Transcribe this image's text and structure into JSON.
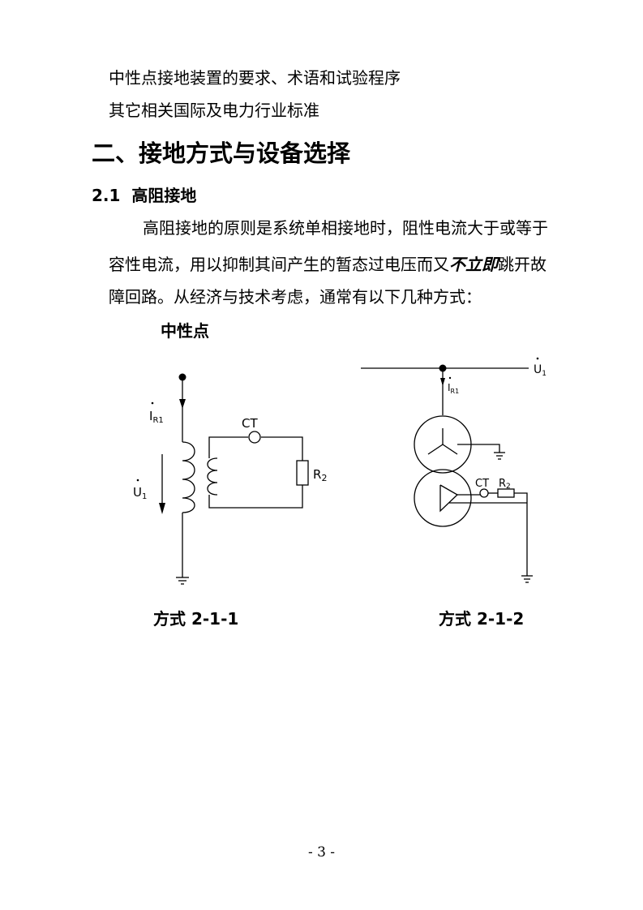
{
  "list": {
    "item1": "中性点接地装置的要求、术语和试验程序",
    "item2": "其它相关国际及电力行业标准"
  },
  "section": {
    "title": "二、接地方式与设备选择"
  },
  "subsection": {
    "number": "2.1",
    "title": "高阻接地"
  },
  "paragraph": {
    "line1": "高阻接地的原则是系统单相接地时，阻性电流大于或等于",
    "line2_pre": "容性电流，用以抑制其间产生的暂态过电压而又",
    "line2_emph": "不立即",
    "line2_post": "跳开故",
    "line3": "障回路。从经济与技术考虑，通常有以下几种方式："
  },
  "figure_label": "中性点",
  "diagram1": {
    "current_label": "I",
    "current_sub": "R1",
    "voltage_label": "U",
    "voltage_sub": "1",
    "ct_label": "CT",
    "resistor_label": "R",
    "resistor_sub": "2",
    "caption": "方式 2-1-1"
  },
  "diagram2": {
    "voltage_label": "U",
    "voltage_sub": "1",
    "current_label": "I",
    "current_sub": "R1",
    "ct_label": "CT",
    "resistor_label": "R",
    "resistor_sub": "2",
    "caption": "方式 2-1-2"
  },
  "page_number": "- 3 -"
}
